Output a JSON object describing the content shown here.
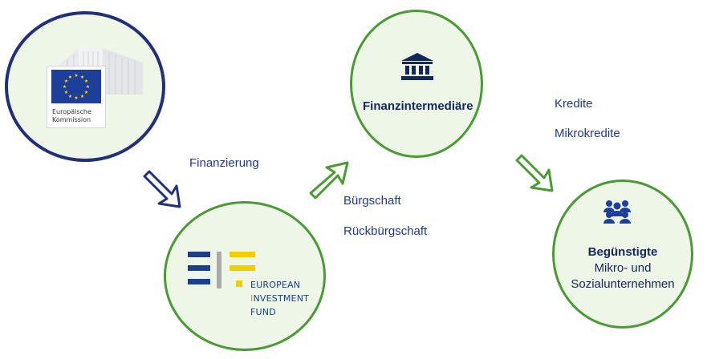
{
  "nodes": {
    "commission": {
      "logo_text_line1": "Europäische",
      "logo_text_line2": "Kommission",
      "icon": "european-commission-logo",
      "border_color": "#22307a"
    },
    "eif": {
      "logo_line1": "EUROPEAN",
      "logo_line2_first": "I",
      "logo_line2_rest": "NVESTMENT",
      "logo_line3": "FUND",
      "icon": "eif-logo",
      "border_color": "#4a9a35"
    },
    "intermediaries": {
      "title": "Finanzintermediäre",
      "icon": "bank-icon",
      "border_color": "#4a9a35"
    },
    "beneficiaries": {
      "title": "Begünstigte",
      "subtitle_line1": "Mikro- und",
      "subtitle_line2": "Sozialunternehmen",
      "icon": "people-group-icon",
      "border_color": "#4a9a35"
    }
  },
  "flows": {
    "commission_to_eif": {
      "label": "Finanzierung",
      "arrow_color": "#22307a"
    },
    "eif_to_intermediaries": {
      "labels": [
        "Bürgschaft",
        "Rückbürgschaft"
      ],
      "arrow_color": "#4a9a35"
    },
    "intermediaries_to_beneficiaries": {
      "labels": [
        "Kredite",
        "Mikrokredite"
      ],
      "arrow_color": "#4a9a35"
    }
  },
  "colors": {
    "circle_fill": "#eef6e7",
    "text_dark": "#13265e",
    "text_blue": "#203a8c",
    "eif_yellow": "#f5cc00",
    "eif_blue": "#1b3f8b",
    "eu_blue": "#1d3f99",
    "eu_star": "#ffdd00"
  }
}
